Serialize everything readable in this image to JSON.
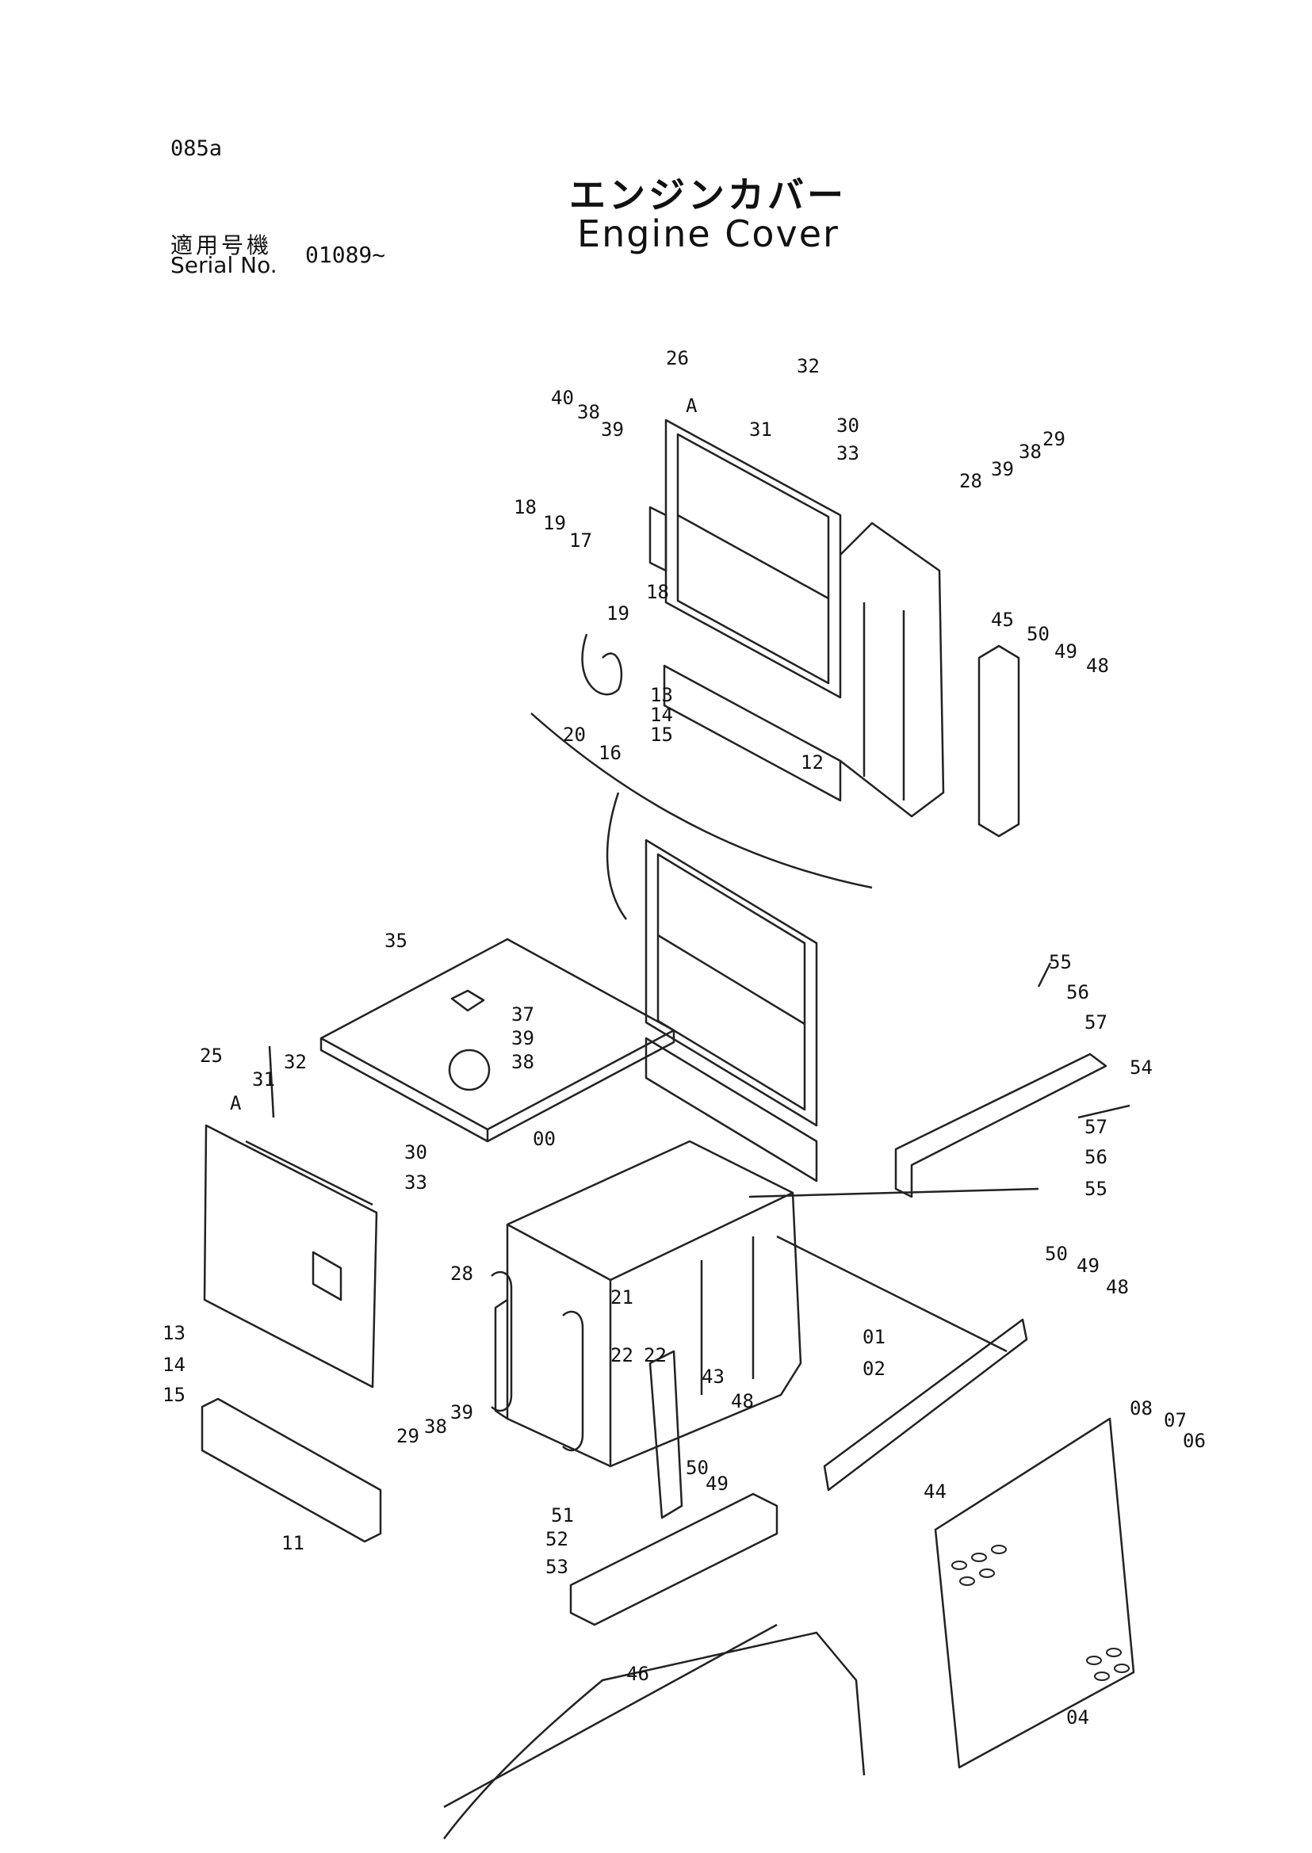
{
  "page_code": "085a",
  "title_jp": "エンジンカバー",
  "title_en": "Engine Cover",
  "serial": {
    "label_jp": "適用号機",
    "label_en": "Serial No.",
    "value": "01089~"
  },
  "callouts": [
    "26",
    "32",
    "A",
    "31",
    "30",
    "33",
    "40",
    "38",
    "39",
    "28",
    "39",
    "38",
    "29",
    "18",
    "19",
    "17",
    "19",
    "18",
    "45",
    "50",
    "49",
    "48",
    "13",
    "14",
    "15",
    "12",
    "20",
    "16",
    "35",
    "37",
    "39",
    "38",
    "55",
    "56",
    "57",
    "54",
    "57",
    "56",
    "55",
    "25",
    "31",
    "32",
    "A",
    "30",
    "33",
    "00",
    "28",
    "21",
    "22",
    "22",
    "01",
    "02",
    "50",
    "49",
    "48",
    "13",
    "14",
    "15",
    "29",
    "38",
    "39",
    "43",
    "48",
    "50",
    "49",
    "08",
    "07",
    "06",
    "44",
    "11",
    "51",
    "52",
    "53",
    "46",
    "04"
  ]
}
